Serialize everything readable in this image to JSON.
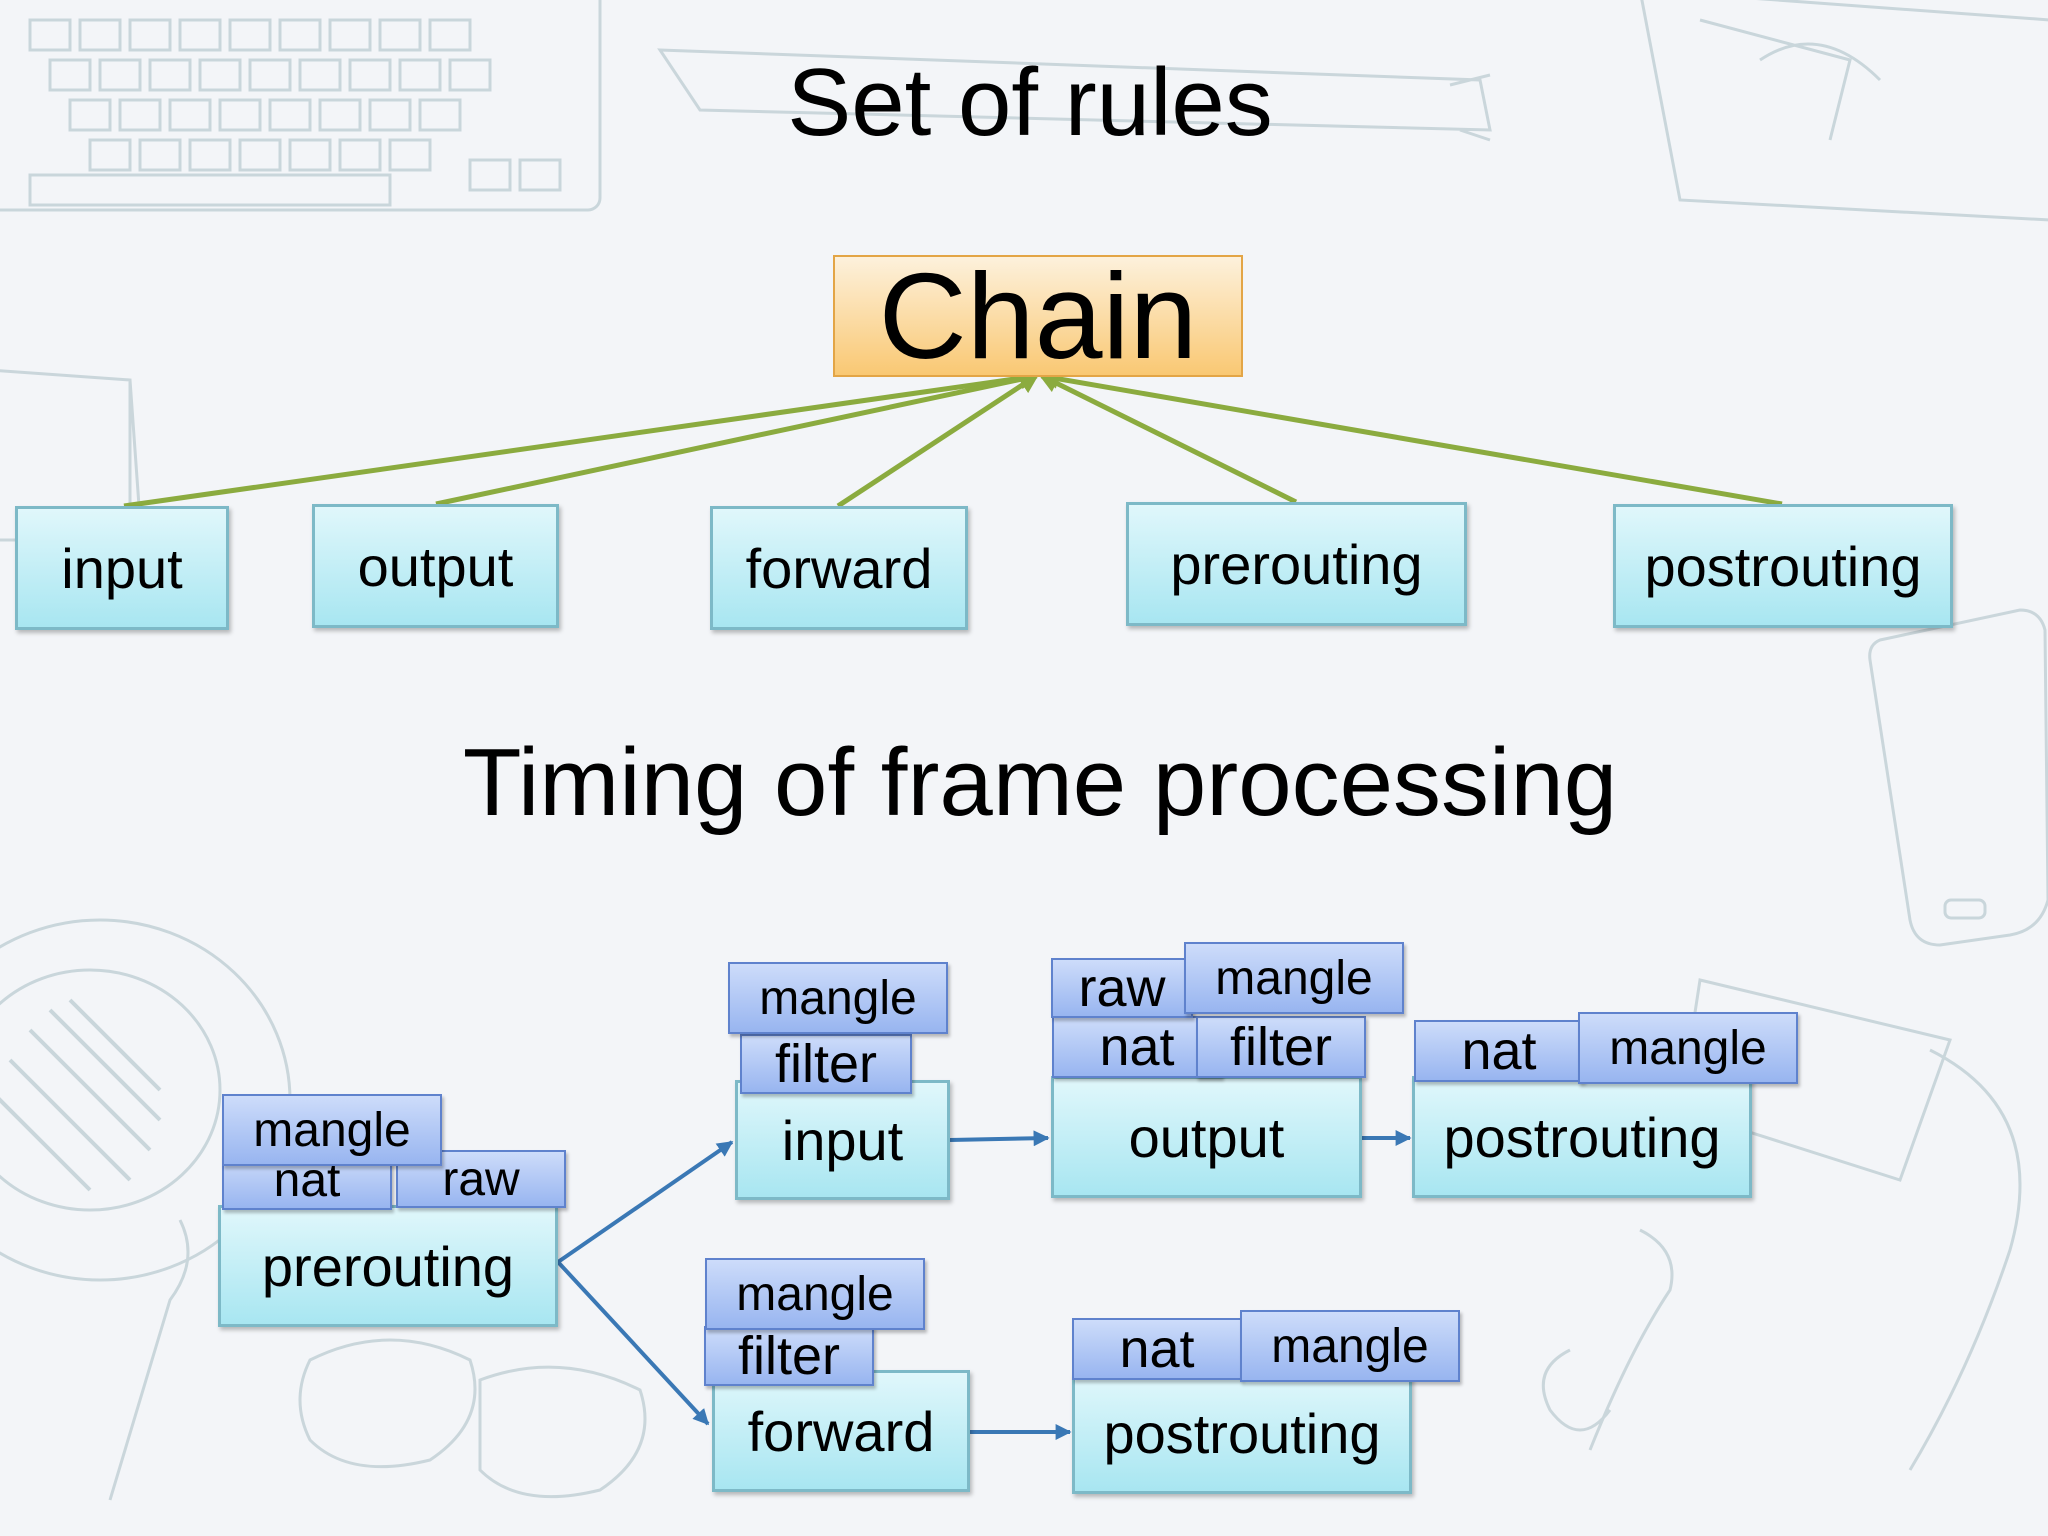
{
  "titles": {
    "top": "Set of rules",
    "middle": "Timing of frame processing"
  },
  "chain": {
    "label": "Chain",
    "children": [
      "input",
      "output",
      "forward",
      "prerouting",
      "postrouting"
    ]
  },
  "flow": {
    "prerouting": {
      "label": "prerouting",
      "tables": [
        "mangle",
        "nat",
        "raw"
      ]
    },
    "input": {
      "label": "input",
      "tables": [
        "mangle",
        "filter"
      ]
    },
    "output": {
      "label": "output",
      "tables": [
        "raw",
        "mangle",
        "nat",
        "filter"
      ]
    },
    "postrouting_top": {
      "label": "postrouting",
      "tables": [
        "nat",
        "mangle"
      ]
    },
    "forward": {
      "label": "forward",
      "tables": [
        "mangle",
        "filter"
      ]
    },
    "postrouting_bottom": {
      "label": "postrouting",
      "tables": [
        "nat",
        "mangle"
      ]
    }
  },
  "colors": {
    "chain_fill": "#f9c873",
    "chain_border": "#e3a546",
    "chain_link": "#8bab3f",
    "box_fill": "#a8e6f1",
    "table_fill": "#98b5f0",
    "flow_arrow": "#3a78b5"
  }
}
